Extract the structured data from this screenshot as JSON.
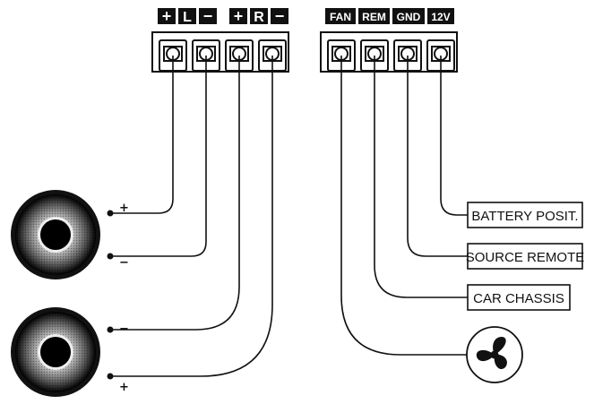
{
  "speaker_header": {
    "left_plus": "+",
    "left_letter": "L",
    "left_minus": "−",
    "right_plus": "+",
    "right_letter": "R",
    "right_minus": "−"
  },
  "power_header": {
    "fan": "FAN",
    "rem": "REM",
    "gnd": "GND",
    "v12": "12V"
  },
  "connections": {
    "battery": "BATTERY POSIT.",
    "source_remote": "SOURCE REMOTE",
    "car_chassis": "CAR CHASSIS"
  },
  "speaker_top": {
    "plus": "+",
    "minus": "−"
  },
  "speaker_bottom": {
    "minus": "−",
    "plus": "+"
  },
  "icons": {
    "fan": "fan-icon",
    "speaker": "speaker-icon",
    "terminal": "screw-terminal-icon"
  },
  "colors": {
    "ink": "#111111",
    "background": "#ffffff"
  }
}
